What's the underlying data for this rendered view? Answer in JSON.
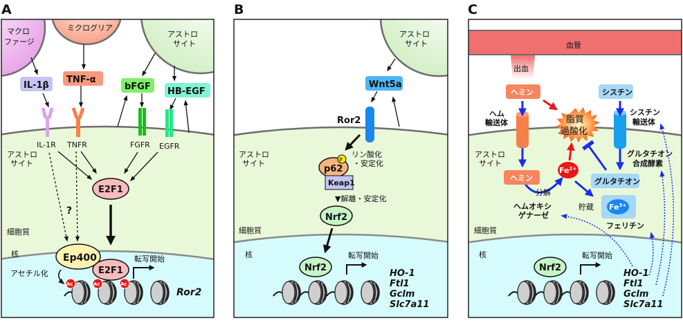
{
  "panels": {
    "A": {
      "letter": "A",
      "macrophage": [
        "マクロ",
        "ファージ"
      ],
      "microglia": "ミクログリア",
      "astrocyte_top": [
        "アストロ",
        "サイト"
      ],
      "ligands": {
        "il1b": "IL-1β",
        "tnfa": "TNF-α",
        "bfgf": "bFGF",
        "hbegf": "HB-EGF"
      },
      "receptors": {
        "il1r": "IL-1R",
        "tnfr": "TNFR",
        "fgfr": "FGFR",
        "egfr": "EGFR"
      },
      "astrocyte_cell": [
        "アストロ",
        "サイト"
      ],
      "question": "?",
      "e2f1": "E2F1",
      "cytoplasm": "細胞質",
      "nucleus": "核",
      "ep400": "Ep400",
      "e2f1_nuc": "E2F1",
      "acetylation": "アセチル化",
      "ac": "Ac",
      "transcription": "転写開始",
      "gene": "Ror2"
    },
    "B": {
      "letter": "B",
      "astrocyte_top": [
        "アストロ",
        "サイト"
      ],
      "wnt5a": "Wnt5a",
      "ror2": "Ror2",
      "astrocyte_cell": [
        "アストロ",
        "サイト"
      ],
      "p62": "p62",
      "p": "P",
      "phos": [
        "リン酸化",
        "・安定化"
      ],
      "keap1": "Keap1",
      "dissoc": "▼解離・安定化",
      "nrf2": "Nrf2",
      "cytoplasm": "細胞質",
      "nucleus": "核",
      "nrf2_nuc": "Nrf2",
      "transcription": "転写開始",
      "genes": [
        "HO-1",
        "Ftl1",
        "Gclm",
        "Slc7a11"
      ]
    },
    "C": {
      "letter": "C",
      "vessel": "血管",
      "bleeding": "出血",
      "hemin": "ヘミン",
      "cystine": "シスチン",
      "heme_transporter": [
        "ヘム",
        "輸送体"
      ],
      "lipid_perox": [
        "脂質",
        "過酸化"
      ],
      "cystine_transporter": [
        "シスチン",
        "輸送体"
      ],
      "astrocyte_cell": [
        "アストロ",
        "サイト"
      ],
      "gsh_enzyme": [
        "グルタチオン",
        "合成酵素"
      ],
      "hemin_in": "ヘミン",
      "fe2": "Fe",
      "fe2_sup": "2+",
      "glutathione": "グルタチオン",
      "decomp": "分解",
      "storage": "貯蔵",
      "fe3": "Fe",
      "fe3_sup": "3+",
      "ho": [
        "ヘムオキシ",
        "ゲナーゼ"
      ],
      "ferritin": "フェリチン",
      "cytoplasm": "細胞質",
      "nucleus": "核",
      "nrf2": "Nrf2",
      "transcription": "転写開始",
      "genes": [
        "HO-1",
        "Ftl1",
        "Gclm",
        "Slc7a11"
      ]
    }
  },
  "colors": {
    "cytoplasm": "#eaf8da",
    "nucleus": "#d6fbfd",
    "membrane": "#6d6d6d",
    "vessel": "#f07070",
    "blue_arrow": "#1a2ee8",
    "red_arrow": "#e81818"
  }
}
